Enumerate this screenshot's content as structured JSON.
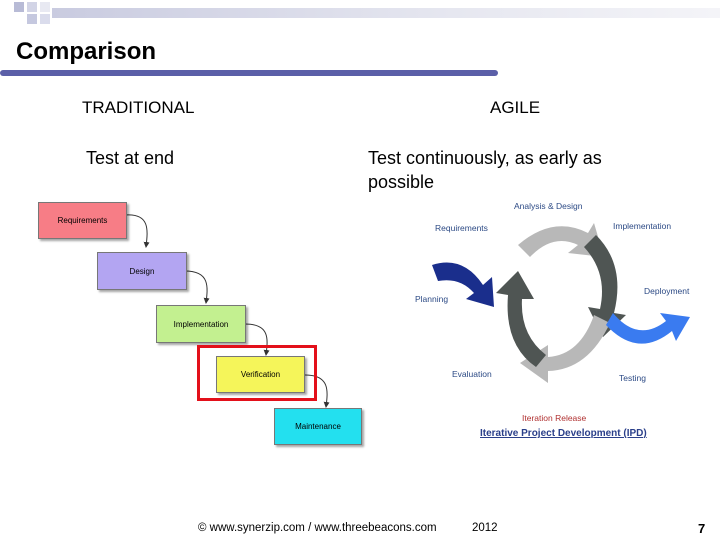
{
  "slide": {
    "title": "Comparison",
    "page_number": "7",
    "footer": "© www.synerzip.com / www.threebeacons.com",
    "footer_year": "2012"
  },
  "traditional": {
    "heading": "TRADITIONAL",
    "description": "Test at end",
    "waterfall_steps": [
      "Requirements",
      "Design",
      "Implementation",
      "Verification",
      "Maintenance"
    ],
    "step_colors": [
      "#f77d86",
      "#b3a5f2",
      "#c3f090",
      "#f5f55a",
      "#23e0ef"
    ],
    "highlight_color": "#e3101a"
  },
  "agile": {
    "heading": "AGILE",
    "description_line1": "Test continuously, as early as",
    "description_line2": "possible",
    "cycle_labels": {
      "analysis_design": "Analysis & Design",
      "implementation": "Implementation",
      "requirements": "Requirements",
      "planning": "Planning",
      "deployment": "Deployment",
      "evaluation": "Evaluation",
      "testing": "Testing",
      "iteration_release": "Iteration Release",
      "caption": "Iterative Project Development (IPD)"
    }
  }
}
